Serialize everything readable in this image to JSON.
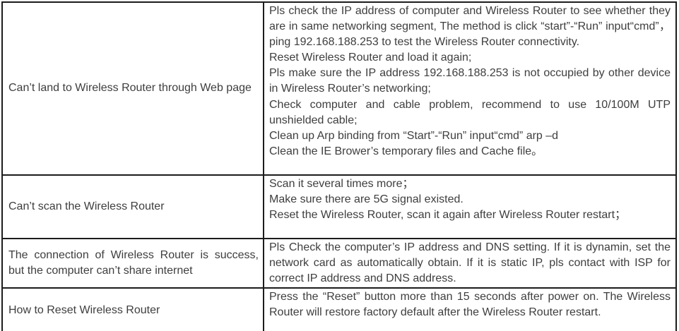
{
  "document": {
    "type": "router-manual-troubleshooting-table",
    "colors": {
      "background": "#ffffff",
      "border": "#1c1c1c",
      "text": "#3e3e3e"
    },
    "table": {
      "columns": [
        "problem",
        "solution"
      ],
      "rows": [
        {
          "problem": "Can’t land to Wireless Router through Web page",
          "solutions": [
            "Pls check the IP address of computer and Wireless Router to see whether they are in same networking segment, The method is click “start”-“Run” input“cmd”，ping 192.168.188.253 to test the Wireless Router connectivity.",
            "Reset Wireless Router and load it again;",
            "Pls make sure the IP address 192.168.188.253 is not occupied by other device in Wireless Router’s networking;",
            "Check computer and cable problem, recommend to use 10/100M UTP unshielded cable;",
            "Clean up Arp binding from “Start”-“Run” input“cmd” arp –d",
            "Clean the IE Brower’s temporary files and Cache file。"
          ]
        },
        {
          "problem": "Can’t scan the Wireless Router",
          "solutions": [
            "Scan it several times more；",
            "Make sure there are 5G signal existed.",
            "Reset the Wireless Router, scan it again after Wireless Router restart；"
          ]
        },
        {
          "problem": "The connection of Wireless Router is success, but the computer can’t share internet",
          "solutions": [
            "Pls Check the computer’s IP address and DNS setting. If it is dynamin, set the network card as automatically obtain. If it is static IP, pls contact with ISP for correct IP address and DNS address."
          ]
        },
        {
          "problem": "How to Reset Wireless Router",
          "solutions": [
            "Press the “Reset” button more than 15 seconds after power on. The Wireless Router will restore factory default after the Wireless Router restart."
          ]
        }
      ]
    }
  }
}
